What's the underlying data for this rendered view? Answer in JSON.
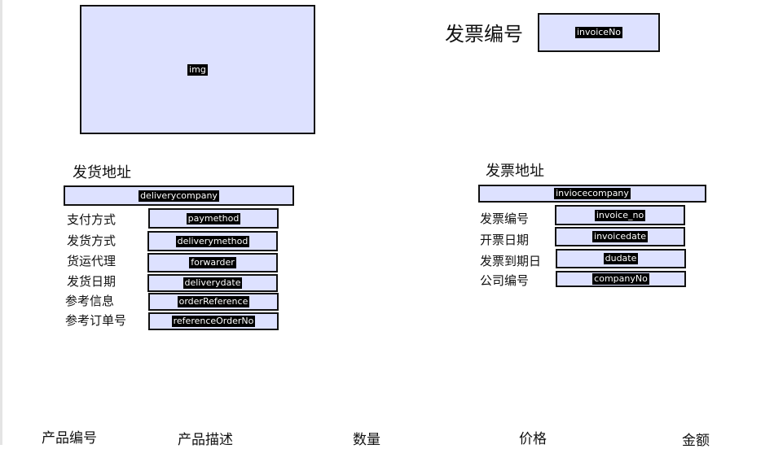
{
  "header": {
    "image_placeholder": "img",
    "invoice_title": "发票编号",
    "invoice_no_field": "invoiceNo"
  },
  "delivery": {
    "title": "发货地址",
    "company_field": "deliverycompany",
    "rows": [
      {
        "label": "支付方式",
        "field": "paymethod"
      },
      {
        "label": "发货方式",
        "field": "deliverymethod"
      },
      {
        "label": "货运代理",
        "field": "forwarder"
      },
      {
        "label": "发货日期",
        "field": "deliverydate"
      },
      {
        "label": "参考信息",
        "field": "orderReference"
      },
      {
        "label": "参考订单号",
        "field": "referenceOrderNo"
      }
    ]
  },
  "invoice": {
    "title": "发票地址",
    "company_field": "inviocecompany",
    "rows": [
      {
        "label": "发票编号",
        "field": "invoice_no"
      },
      {
        "label": "开票日期",
        "field": "invoicedate"
      },
      {
        "label": "发票到期日",
        "field": "dudate"
      },
      {
        "label": "公司编号",
        "field": "companyNo"
      }
    ]
  },
  "table": {
    "columns": [
      "产品编号",
      "产品描述",
      "数量",
      "价格",
      "金额"
    ]
  }
}
